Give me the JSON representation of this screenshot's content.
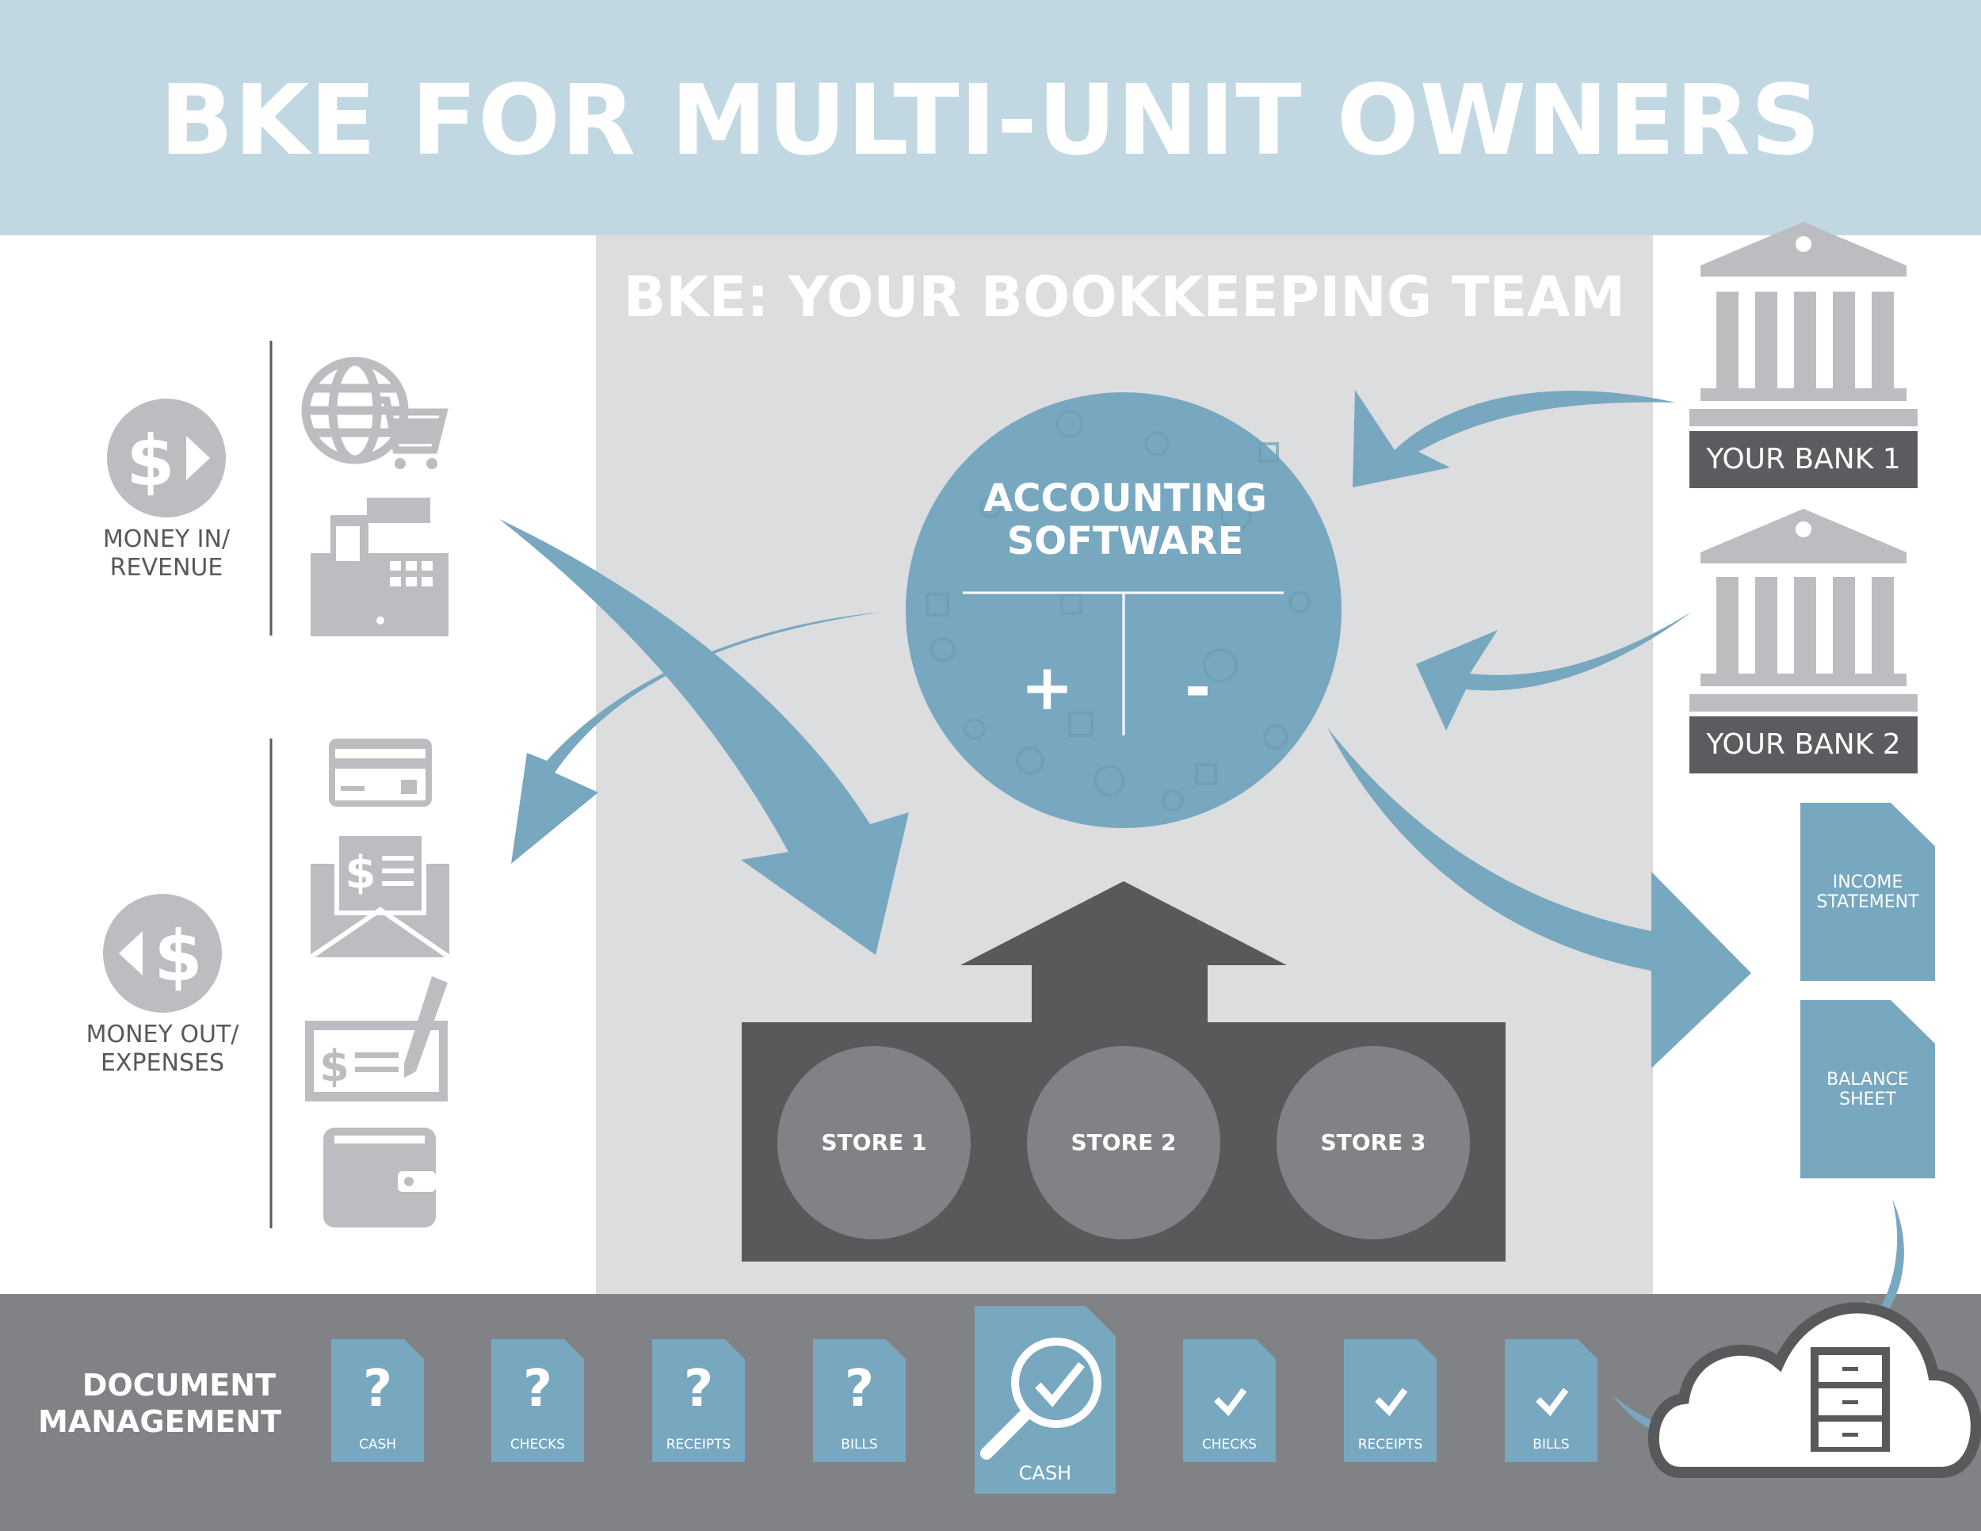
{
  "title": "BKE FOR MULTI-UNIT OWNERS",
  "subtitle": "BKE: YOUR BOOKKEEPING TEAM",
  "left": {
    "money_in_label_1": "MONEY IN/",
    "money_in_label_2": "REVENUE",
    "money_out_label_1": "MONEY OUT/",
    "money_out_label_2": "EXPENSES"
  },
  "center": {
    "software_line_1": "ACCOUNTING",
    "software_line_2": "SOFTWARE",
    "plus": "+",
    "minus": "-",
    "stores": [
      "STORE 1",
      "STORE 2",
      "STORE 3"
    ]
  },
  "right": {
    "banks": [
      "YOUR BANK 1",
      "YOUR BANK 2"
    ],
    "income_line_1": "INCOME",
    "income_line_2": "STATEMENT",
    "balance_line_1": "BALANCE",
    "balance_line_2": "SHEET"
  },
  "documents": {
    "label_1": "DOCUMENT",
    "label_2": "MANAGEMENT",
    "unknown": [
      "CASH",
      "CHECKS",
      "RECEIPTS",
      "BILLS"
    ],
    "unknown_symbol": "?",
    "featured": "CASH",
    "verified": [
      "CHECKS",
      "RECEIPTS",
      "BILLS"
    ]
  },
  "colors": {
    "header": "#c1d8e3",
    "accent_blue": "#78a7c0",
    "dark_gray": "#58595b",
    "mid_gray": "#818286",
    "panel_gray": "#dcdddf",
    "icon_gray": "#bcbdc0"
  }
}
